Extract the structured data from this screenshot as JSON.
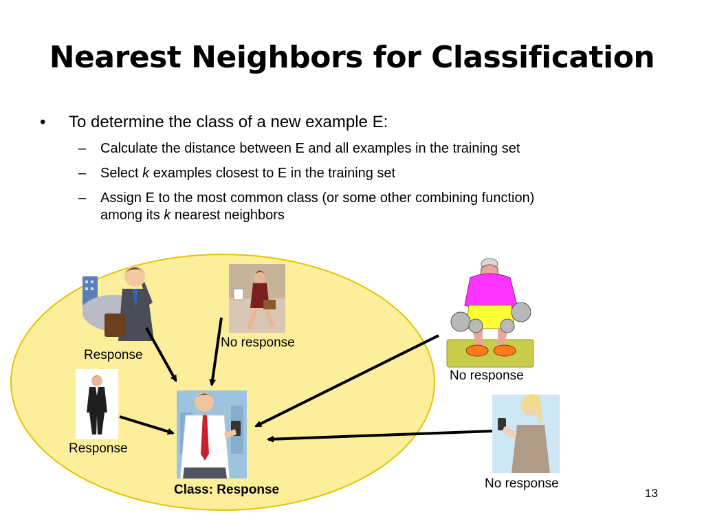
{
  "slide": {
    "title": "Nearest Neighbors for Classification",
    "bullet": "To determine the class of a new example E:",
    "sub_1": "Calculate the distance between E and all examples in the training set",
    "sub_2_pre": "Select ",
    "sub_2_k": "k",
    "sub_2_post": " examples closest to E in the training set",
    "sub_3_line1": "Assign E to the most common  class (or some other combining function)",
    "sub_3_pre": "among its ",
    "sub_3_k": "k",
    "sub_3_post": " nearest neighbors",
    "page_number": "13"
  },
  "diagram": {
    "label_response_1": "Response",
    "label_response_2": "Response",
    "label_no_response_1": "No response",
    "label_no_response_2": "No response",
    "label_no_response_3": "No response",
    "label_class": "Class: Response"
  },
  "colors": {
    "ellipse_fill": "#fcee9a",
    "ellipse_stroke": "#e6c200",
    "arrow": "#000000"
  }
}
